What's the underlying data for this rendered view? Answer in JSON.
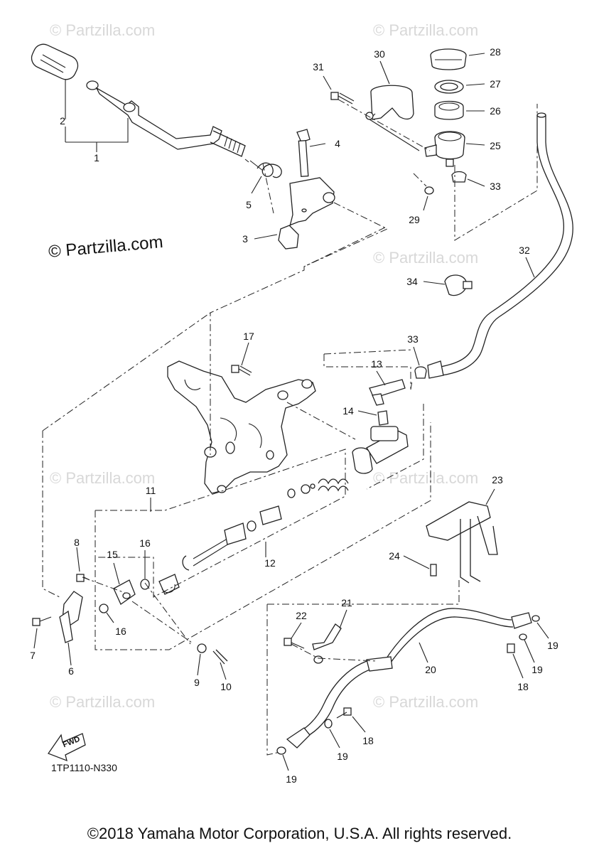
{
  "watermarks": {
    "small": "© Partzilla.com",
    "large": "© Partzilla.com"
  },
  "labels": {
    "l1": "1",
    "l2": "2",
    "l3": "3",
    "l4": "4",
    "l5": "5",
    "l6": "6",
    "l7": "7",
    "l8": "8",
    "l9": "9",
    "l10": "10",
    "l11": "11",
    "l12": "12",
    "l13": "13",
    "l14": "14",
    "l15": "15",
    "l16a": "16",
    "l16b": "16",
    "l17": "17",
    "l18a": "18",
    "l18b": "18",
    "l19a": "19",
    "l19b": "19",
    "l19c": "19",
    "l19d": "19",
    "l20": "20",
    "l21": "21",
    "l22": "22",
    "l23": "23",
    "l24": "24",
    "l25": "25",
    "l26": "26",
    "l27": "27",
    "l28": "28",
    "l29": "29",
    "l30": "30",
    "l31": "31",
    "l32": "32",
    "l33a": "33",
    "l33b": "33",
    "l34": "34"
  },
  "fwd_label": "FWD",
  "diagram_code": "1TP1110-N330",
  "copyright": "©2018 Yamaha Motor Corporation, U.S.A. All rights reserved."
}
